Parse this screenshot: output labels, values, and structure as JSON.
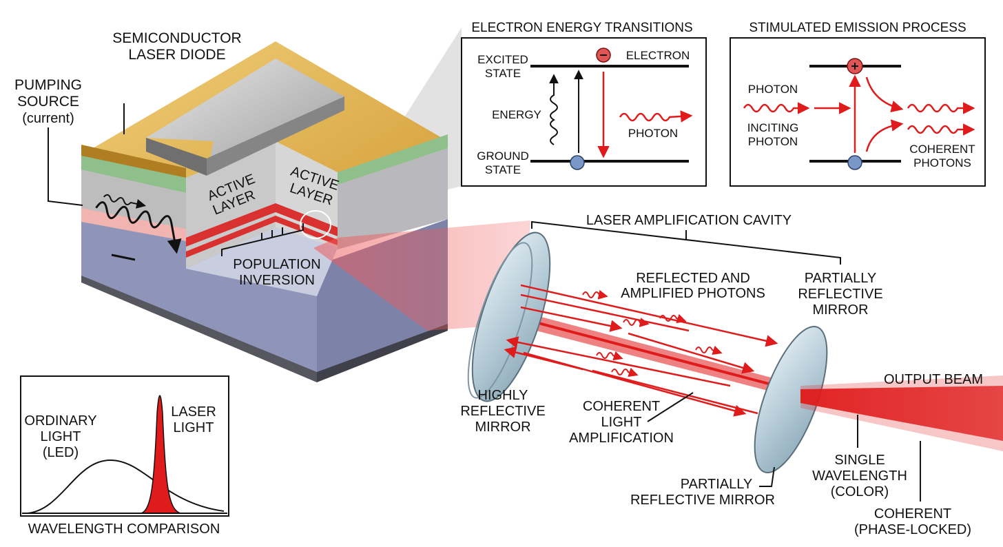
{
  "diode": {
    "title_line1": "SEMICONDUCTOR",
    "title_line2": "LASER DIODE",
    "pump_line1": "PUMPING",
    "pump_line2": "SOURCE",
    "pump_line3": "(current)",
    "active_left_line1": "ACTIVE",
    "active_left_line2": "LAYER",
    "active_right_line1": "ACTIVE",
    "active_right_line2": "LAYER",
    "population_line1": "POPULATION",
    "population_line2": "INVERSION"
  },
  "transitions": {
    "title": "ELECTRON ENERGY TRANSITIONS",
    "excited_line1": "EXCITED",
    "excited_line2": "STATE",
    "electron": "ELECTRON",
    "energy": "ENERGY",
    "photon": "PHOTON",
    "ground_line1": "GROUND",
    "ground_line2": "STATE"
  },
  "stimulated": {
    "title": "STIMULATED EMISSION PROCESS",
    "photon": "PHOTON",
    "inciting_line1": "INCITING",
    "inciting_line2": "PHOTON",
    "coherent_line1": "COHERENT",
    "coherent_line2": "PHOTONS"
  },
  "cavity": {
    "title": "LASER AMPLIFICATION CAVITY",
    "reflected_line1": "REFLECTED AND",
    "reflected_line2": "AMPLIFIED PHOTONS",
    "partial_top_line1": "PARTIALLY",
    "partial_top_line2": "REFLECTIVE",
    "partial_top_line3": "MIRROR",
    "highly_line1": "HIGHLY",
    "highly_line2": "REFLECTIVE",
    "highly_line3": "MIRROR",
    "coherent_line1": "COHERENT",
    "coherent_line2": "LIGHT",
    "coherent_line3": "AMPLIFICATION",
    "partial_bottom_line1": "PARTIALLY",
    "partial_bottom_line2": "REFLECTIVE MIRROR",
    "output": "OUTPUT BEAM",
    "single_line1": "SINGLE",
    "single_line2": "WAVELENGTH",
    "single_line3": "(COLOR)",
    "phase_line1": "COHERENT",
    "phase_line2": "(PHASE-LOCKED)"
  },
  "comparison": {
    "ordinary_line1": "ORDINARY",
    "ordinary_line2": "LIGHT",
    "ordinary_line3": "(LED)",
    "laser_line1": "LASER",
    "laser_line2": "LIGHT",
    "caption": "WAVELENGTH COMPARISON"
  },
  "colors": {
    "laser_red": "#e01b1b",
    "gold_contact": "#e2b24a",
    "substrate_blue": "#8f95b8",
    "mirror_glass": "#b9d0dc"
  }
}
